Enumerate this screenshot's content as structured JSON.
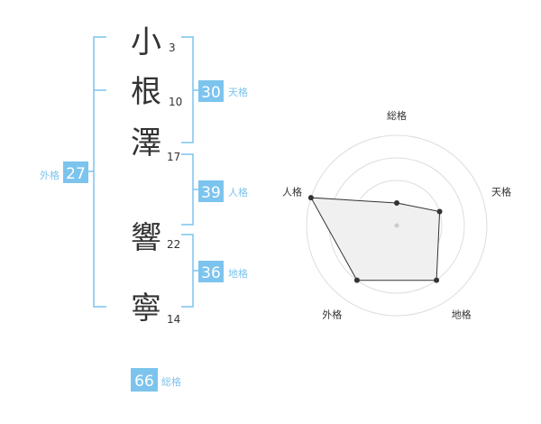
{
  "name": {
    "chars": [
      {
        "char": "小",
        "strokes": "3"
      },
      {
        "char": "根",
        "strokes": "10"
      },
      {
        "char": "澤",
        "strokes": "17"
      },
      {
        "char": "響",
        "strokes": "22"
      },
      {
        "char": "寧",
        "strokes": "14"
      }
    ]
  },
  "fortunes": {
    "tenkaku": {
      "label": "天格",
      "value": "30"
    },
    "jinkaku": {
      "label": "人格",
      "value": "39"
    },
    "chikaku": {
      "label": "地格",
      "value": "36"
    },
    "gaikaku": {
      "label": "外格",
      "value": "27"
    },
    "soukaku": {
      "label": "総格",
      "value": "66"
    }
  },
  "colors": {
    "accent": "#7cc4ee",
    "text": "#333333",
    "grid": "#dddddd",
    "polygon_fill": "#f0f0f0",
    "polygon_stroke": "#333333"
  },
  "chart_data": {
    "type": "radar",
    "axes": [
      "総格",
      "天格",
      "地格",
      "外格",
      "人格"
    ],
    "values": [
      0.25,
      0.5,
      0.75,
      0.75,
      1.0
    ],
    "range": [
      0,
      1
    ],
    "rings": 4
  }
}
